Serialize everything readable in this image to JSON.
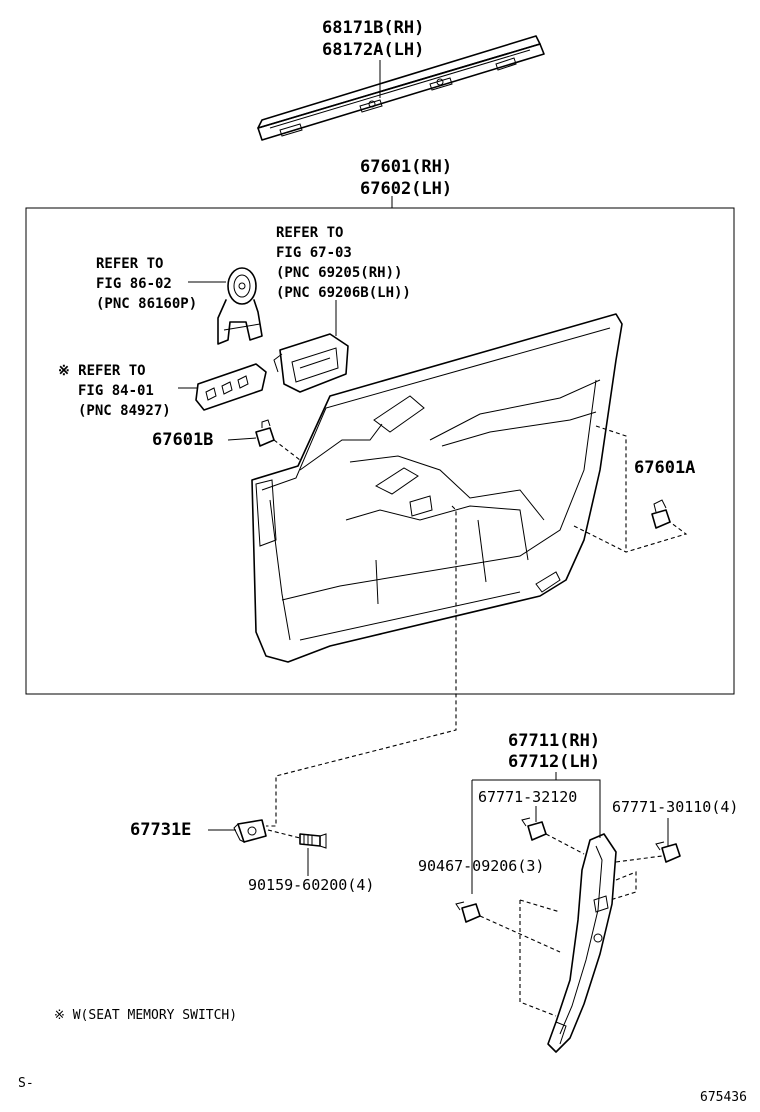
{
  "labels": {
    "garnish_rh": "68171B(RH)",
    "garnish_lh": "68172A(LH)",
    "trim_rh": "67601(RH)",
    "trim_lh": "67602(LH)",
    "refer_67_line1": "REFER TO",
    "refer_67_line2": "FIG 67-03",
    "refer_67_line3": "(PNC 69205(RH))",
    "refer_67_line4": "(PNC 69206B(LH))",
    "refer_86_line1": "REFER TO",
    "refer_86_line2": "FIG 86-02",
    "refer_86_line3": "(PNC 86160P)",
    "refer_84_line1": "※ REFER TO",
    "refer_84_line2": "FIG 84-01",
    "refer_84_line3": "(PNC 84927)",
    "clip_b": "67601B",
    "clip_a": "67601A",
    "cover_rh": "67711(RH)",
    "cover_lh": "67712(LH)",
    "clip_32120": "67771-32120",
    "clip_30110": "67771-30110(4)",
    "screw_09206": "90467-09206(3)",
    "bracket_e": "67731E",
    "screw_60200": "90159-60200(4)",
    "footnote": "※ W(SEAT MEMORY SWITCH)",
    "corner_code": "S-",
    "figure_number": "675436"
  }
}
